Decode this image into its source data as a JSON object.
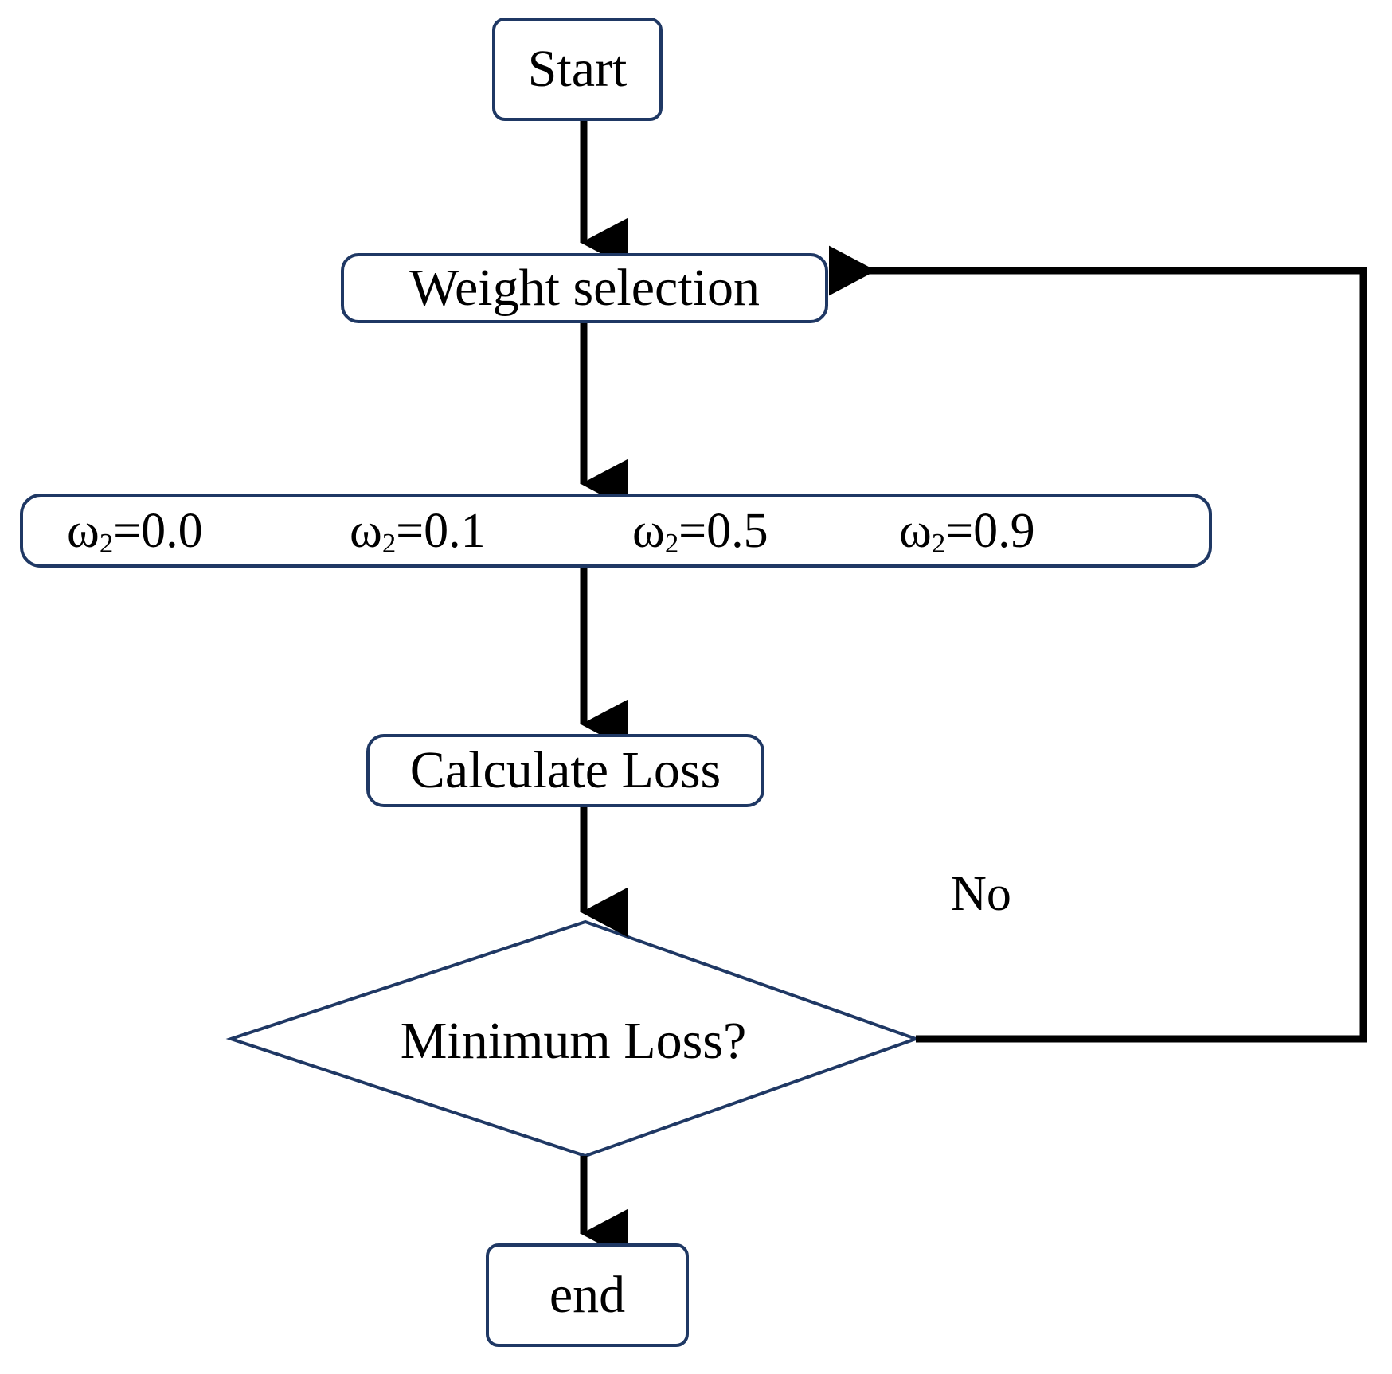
{
  "diagram": {
    "type": "flowchart",
    "title": "Weight selection loss minimization flowchart",
    "colors": {
      "node_border": "#1F3864",
      "node_fill": "#FFFFFF",
      "connector": "#000000",
      "background": "#FFFFFF"
    },
    "nodes": {
      "start": {
        "label": "Start",
        "shape": "rounded-rectangle"
      },
      "weight_selection": {
        "label": "Weight selection",
        "shape": "rounded-rectangle"
      },
      "omega_options": {
        "shape": "rounded-rectangle",
        "items": [
          {
            "symbol": "ω",
            "subscript": "2",
            "operator": "=",
            "value": "0.0"
          },
          {
            "symbol": "ω",
            "subscript": "2",
            "operator": "=",
            "value": "0.1"
          },
          {
            "symbol": "ω",
            "subscript": "2",
            "operator": "=",
            "value": "0.5"
          },
          {
            "symbol": "ω",
            "subscript": "2",
            "operator": "=",
            "value": "0.9"
          }
        ]
      },
      "calculate_loss": {
        "label": "Calculate Loss",
        "shape": "rounded-rectangle"
      },
      "decision": {
        "label": "Minimum Loss?",
        "shape": "diamond"
      },
      "end": {
        "label": "end",
        "shape": "rounded-rectangle"
      }
    },
    "edges": [
      {
        "from": "start",
        "to": "weight_selection",
        "label": ""
      },
      {
        "from": "weight_selection",
        "to": "omega_options",
        "label": ""
      },
      {
        "from": "omega_options",
        "to": "calculate_loss",
        "label": ""
      },
      {
        "from": "calculate_loss",
        "to": "decision",
        "label": ""
      },
      {
        "from": "decision",
        "to": "weight_selection",
        "label": "No"
      },
      {
        "from": "decision",
        "to": "end",
        "label": ""
      }
    ]
  }
}
